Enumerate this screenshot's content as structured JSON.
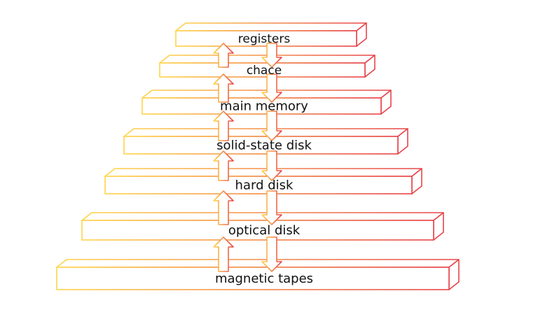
{
  "diagram": {
    "levels": [
      {
        "label": "registers"
      },
      {
        "label": "chace"
      },
      {
        "label": "main memory"
      },
      {
        "label": "solid-state disk"
      },
      {
        "label": "hard disk"
      },
      {
        "label": "optical disk"
      },
      {
        "label": "magnetic tapes"
      }
    ],
    "colors": {
      "edge_start": "#ffd54a",
      "edge_end": "#e8444a",
      "text": "#111111",
      "fill": "#ffffff"
    }
  }
}
